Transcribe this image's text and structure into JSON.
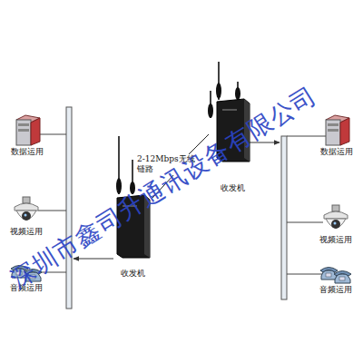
{
  "diagram": {
    "nodes": [
      {
        "text": [
          "数据运用"
        ]
      },
      {
        "text": [
          "收发机"
        ]
      },
      {
        "text": [
          "数据运用"
        ]
      },
      {
        "text": [
          "视频运用"
        ]
      },
      {
        "text": [
          "收发机"
        ]
      },
      {
        "text": [
          "视频运用"
        ]
      },
      {
        "text": [
          "音频运用"
        ]
      },
      {
        "text": [
          "音频运用"
        ]
      }
    ],
    "edges": [
      {
        "from": 4,
        "to": 1,
        "label": "2-12Mbps无线链路",
        "arrow": "none"
      }
    ],
    "labels": [
      "深圳市鑫司升通讯设备有限公司"
    ]
  }
}
